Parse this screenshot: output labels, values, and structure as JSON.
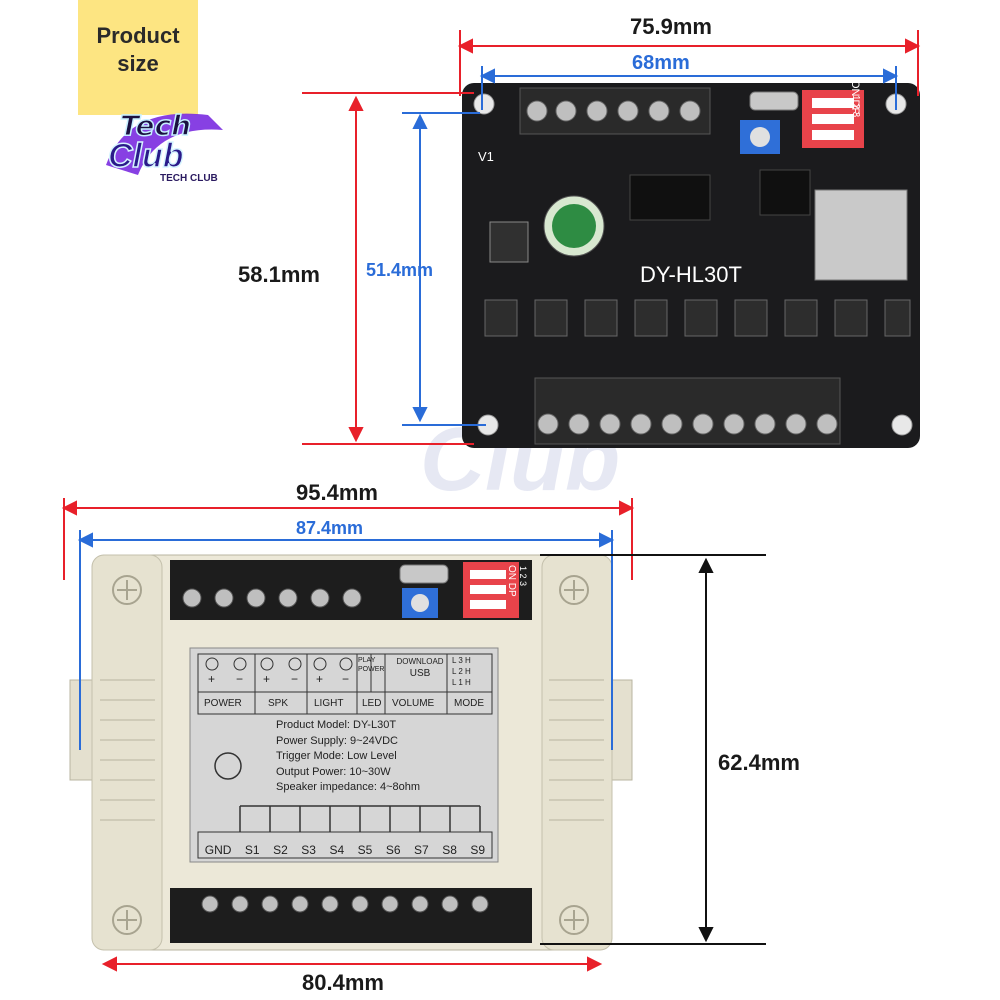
{
  "badge": {
    "line1": "Product",
    "line2": "size"
  },
  "logo": {
    "line1": "Tech",
    "line2": "Club",
    "sub": "TECH CLUB"
  },
  "board": {
    "model_label": "DY-HL30T",
    "v1_label": "V1",
    "width_outer": "75.9mm",
    "width_inner": "68mm",
    "height_outer": "58.1mm",
    "height_inner": "51.4mm",
    "dip_on": "ON DP",
    "dip_nums": "1 2 3"
  },
  "enclosure": {
    "width_outer": "95.4mm",
    "width_inner": "87.4mm",
    "height": "62.4mm",
    "bottom_width": "80.4mm",
    "dip_on": "ON DP",
    "dip_nums": "1 2 3",
    "label": {
      "header_cells": [
        "POWER",
        "SPK",
        "LIGHT",
        "LED",
        "VOLUME",
        "MODE"
      ],
      "small_cells": [
        "PLAY",
        "POWER"
      ],
      "usb": "USB",
      "download": "DOWNLOAD",
      "mode_rows": [
        "L 3 H",
        "L 2 H",
        "L 1 H"
      ],
      "plus": "+",
      "minus": "−",
      "info": [
        "Product Model: DY-L30T",
        "Power Supply: 9~24VDC",
        "Trigger Mode: Low Level",
        "Output Power: 10~30W",
        "Speaker impedance: 4~8ohm"
      ],
      "terminals": [
        "GND",
        "S1",
        "S2",
        "S3",
        "S4",
        "S5",
        "S6",
        "S7",
        "S8",
        "S9"
      ]
    }
  },
  "colors": {
    "dimension_red": "#e8202a",
    "dimension_blue": "#2a6cd8",
    "badge": "#fde582",
    "pcb": "#1b1b1d",
    "case": "#ece8d8"
  }
}
